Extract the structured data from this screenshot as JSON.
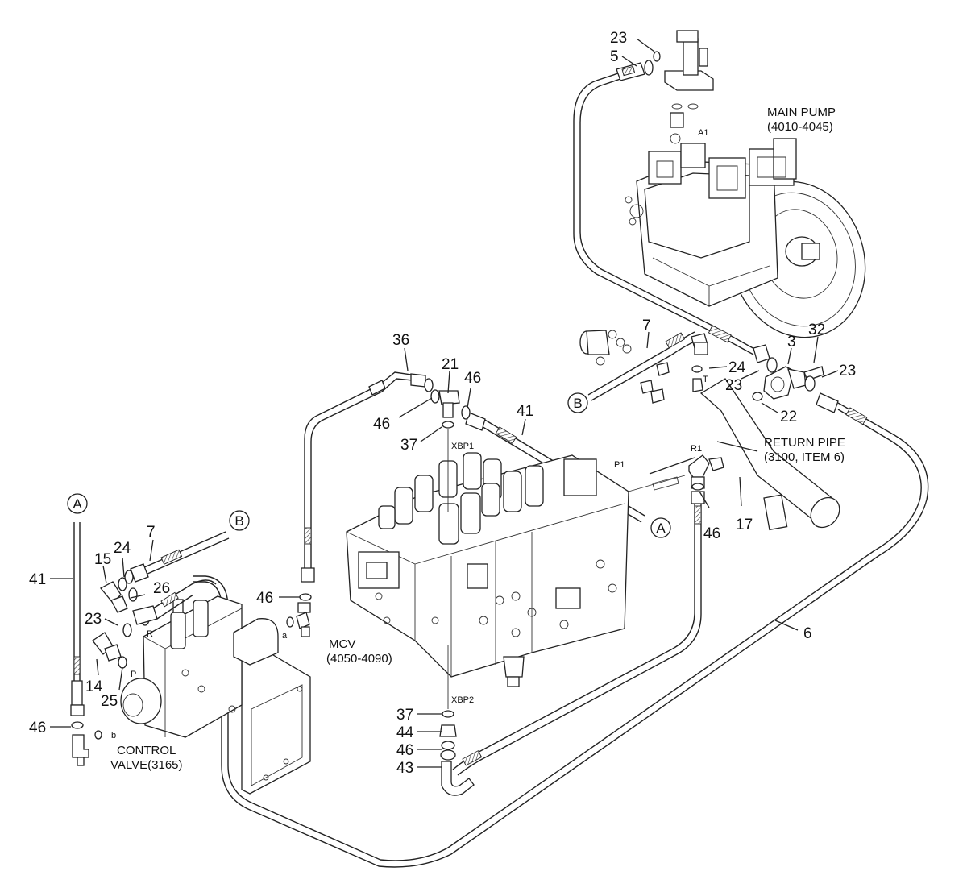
{
  "diagram": {
    "captions": {
      "main_pump": [
        "MAIN PUMP",
        "(4010-4045)"
      ],
      "return_pipe": [
        "RETURN PIPE",
        "(3100, ITEM 6)"
      ],
      "mcv": [
        "MCV",
        "(4050-4090)"
      ],
      "control_valve": [
        "CONTROL",
        "VALVE(3165)"
      ]
    },
    "port_labels": {
      "a1": "A1",
      "p1": "P1",
      "r1": "R1",
      "t": "T",
      "xbp1": "XBP1",
      "xbp2": "XBP2",
      "r": "R",
      "p": "P",
      "a": "a",
      "b": "b"
    },
    "connectors": {
      "a": "A",
      "b": "B"
    },
    "callouts": {
      "c23_top": "23",
      "c5": "5",
      "c7_top": "7",
      "c24_right": "24",
      "c23_mid": "23",
      "c3": "3",
      "c32": "32",
      "c23_right": "23",
      "c22": "22",
      "c36": "36",
      "c21": "21",
      "c46_top": "46",
      "c46_left": "46",
      "c37_top": "37",
      "c41_top": "41",
      "c46_r1": "46",
      "c17": "17",
      "c6": "6",
      "c41_left": "41",
      "c15": "15",
      "c24_left": "24",
      "c7_left": "7",
      "c26": "26",
      "c23_left": "23",
      "c14": "14",
      "c25": "25",
      "c46_bottom_left": "46",
      "c46_mid": "46",
      "c37_bottom": "37",
      "c44": "44",
      "c46_bottom": "46",
      "c43": "43"
    }
  }
}
